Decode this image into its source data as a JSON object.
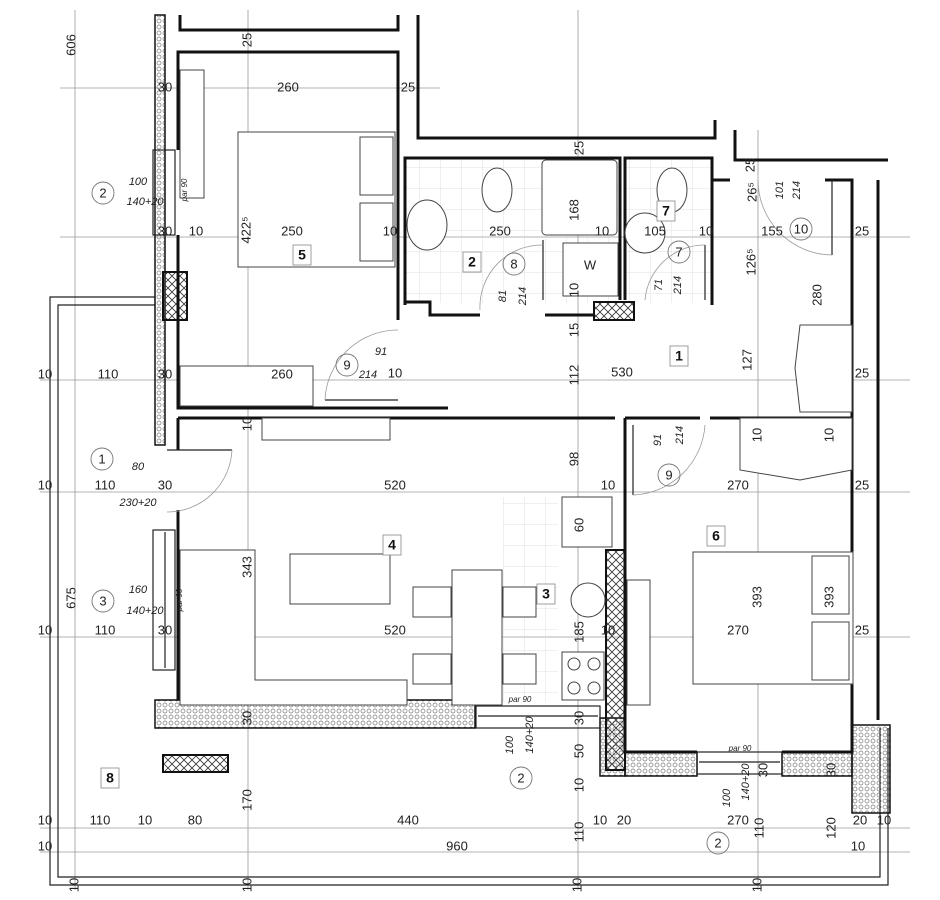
{
  "rooms": [
    "1",
    "2",
    "3",
    "4",
    "5",
    "6",
    "7",
    "8"
  ],
  "fixture_label": "W",
  "opening_tags": [
    "2",
    "9",
    "8",
    "7",
    "10",
    "9",
    "1",
    "3",
    "2",
    "2"
  ],
  "dims": [
    "606",
    "25",
    "30",
    "260",
    "25",
    "100",
    "140+20",
    "par 90",
    "30",
    "10",
    "422⁵",
    "250",
    "10",
    "25",
    "250",
    "168",
    "10",
    "105",
    "10",
    "26⁵",
    "25",
    "101",
    "214",
    "155",
    "25",
    "126⁵",
    "280",
    "81",
    "214",
    "10",
    "15",
    "71",
    "214",
    "91",
    "214",
    "10",
    "10",
    "110",
    "30",
    "260",
    "112",
    "530",
    "127",
    "25",
    "10",
    "98",
    "91",
    "214",
    "10",
    "10",
    "80",
    "230+20",
    "10",
    "110",
    "30",
    "520",
    "10",
    "270",
    "25",
    "60",
    "343",
    "160",
    "140+20",
    "par 90",
    "393",
    "393",
    "185",
    "10",
    "110",
    "30",
    "520",
    "10",
    "270",
    "25",
    "30",
    "par 90",
    "100",
    "140+20",
    "30",
    "50",
    "10",
    "par 90",
    "100",
    "140+20",
    "30",
    "30",
    "170",
    "10",
    "110",
    "10",
    "80",
    "440",
    "10",
    "20",
    "270",
    "110",
    "120",
    "20",
    "10",
    "110",
    "10",
    "960",
    "10",
    "10",
    "10",
    "10",
    "10",
    "675"
  ]
}
